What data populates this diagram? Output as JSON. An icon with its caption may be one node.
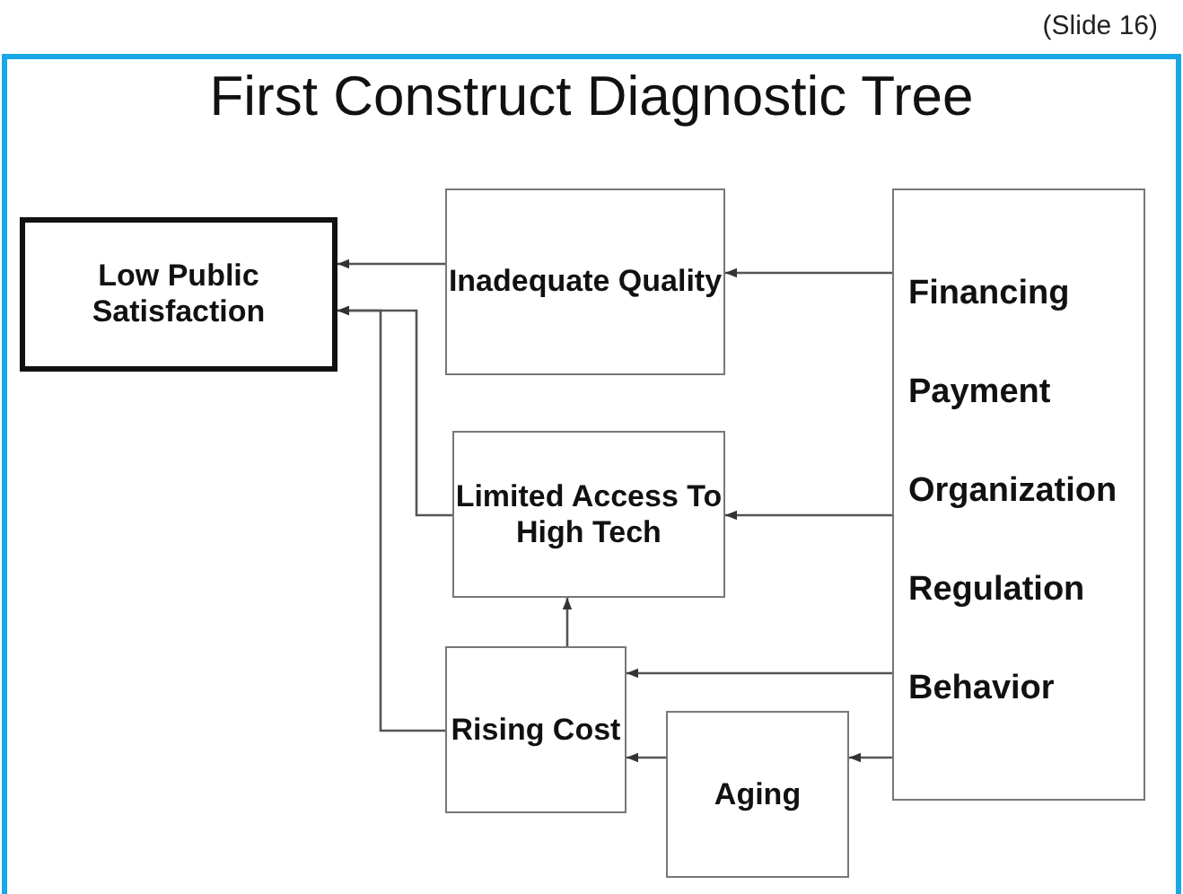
{
  "diagram": {
    "title": "First Construct Diagnostic Tree",
    "nodes": [
      {
        "text": [
          "Low Public Satisfaction"
        ]
      },
      {
        "text": [
          "Inadequate Quality"
        ]
      },
      {
        "text": [
          "Financing",
          "Payment",
          "Organization",
          "Regulation",
          "Behavior"
        ]
      },
      {
        "text": [
          "Limited Access To High Tech"
        ]
      },
      {
        "text": [
          "Rising Cost"
        ]
      },
      {
        "text": [
          "Aging"
        ]
      }
    ],
    "edges": [
      {
        "from": 1,
        "to": 0,
        "arrow": "to"
      },
      {
        "from": 2,
        "to": 1,
        "arrow": "to"
      },
      {
        "from": 3,
        "to": 0,
        "arrow": "to"
      },
      {
        "from": 4,
        "to": 0,
        "arrow": "to"
      },
      {
        "from": 2,
        "to": 3,
        "arrow": "to"
      },
      {
        "from": 4,
        "to": 3,
        "arrow": "to"
      },
      {
        "from": 2,
        "to": 4,
        "arrow": "to"
      },
      {
        "from": 2,
        "to": 5,
        "arrow": "to"
      },
      {
        "from": 5,
        "to": 4,
        "arrow": "to"
      }
    ],
    "labels": [
      "(Slide 16)"
    ]
  }
}
